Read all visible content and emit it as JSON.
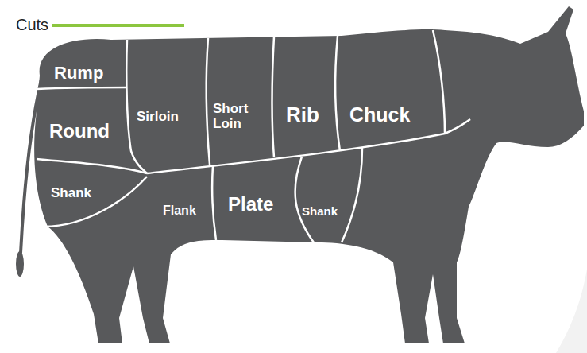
{
  "diagram": {
    "title": "Cuts",
    "labels": [
      "Rump",
      "Round",
      "Sirloin",
      "Short Loin",
      "Rib",
      "Chuck",
      "Shank",
      "Flank",
      "Plate",
      "Shank"
    ]
  }
}
